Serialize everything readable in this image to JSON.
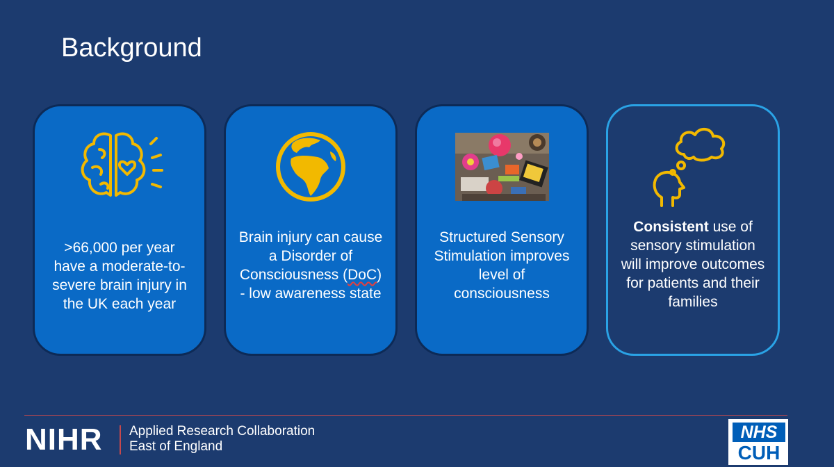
{
  "slide": {
    "title": "Background"
  },
  "cards": [
    {
      "icon": "brain-heart-icon",
      "text": ">66,000 per year have a moderate-to-severe brain injury in the UK each year"
    },
    {
      "icon": "globe-icon",
      "text_pre": "Brain injury can cause a Disorder of Consciousness (",
      "text_doc": "DoC",
      "text_post": ") - low awareness state"
    },
    {
      "icon": "sensory-objects-photo",
      "text": "Structured Sensory Stimulation improves level of consciousness"
    },
    {
      "icon": "thinking-head-icon",
      "text_bold": "Consistent",
      "text_rest": " use of sensory stimulation will improve outcomes for patients and their families"
    }
  ],
  "footer": {
    "nihr": "NIHR",
    "arc_line1": "Applied Research Collaboration",
    "arc_line2": "East of England",
    "nhs": "NHS",
    "cuh": "CUH"
  },
  "colors": {
    "background": "#1c3b6f",
    "card_fill": "#0a6ac6",
    "card_border_highlight": "#2aa3e6",
    "icon_yellow": "#f2b900",
    "divider_red": "#c6484c",
    "nhs_blue": "#005eb8"
  }
}
